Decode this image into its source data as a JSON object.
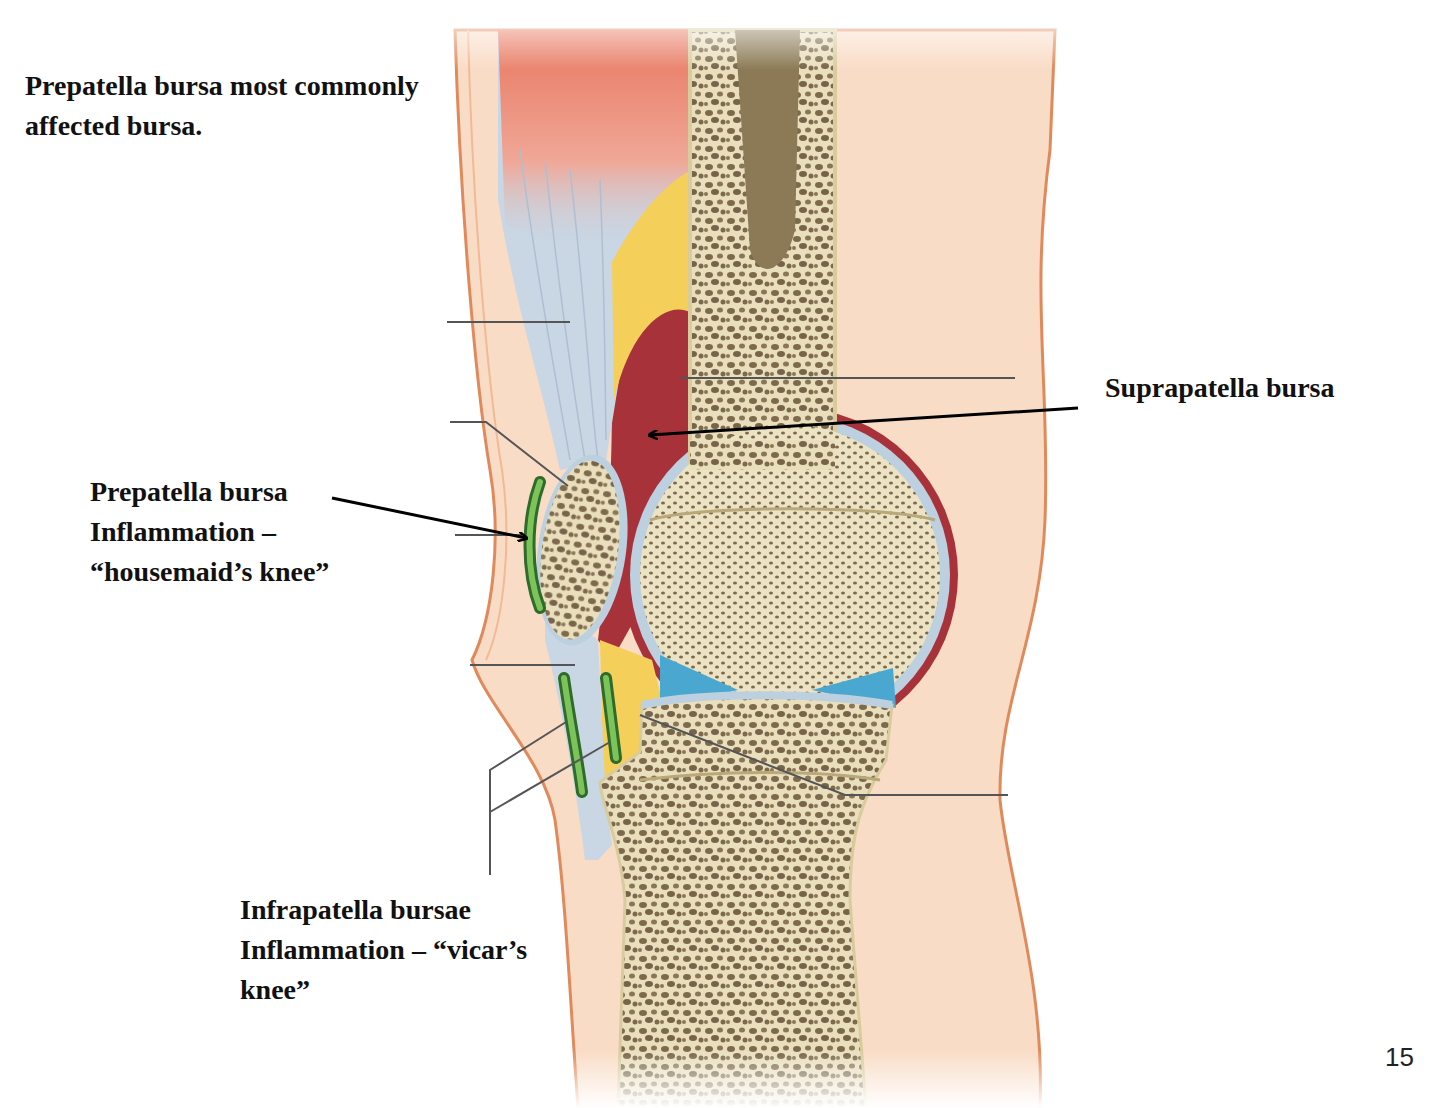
{
  "diagram": {
    "labels": [
      "Prepatella bursa most commonly affected bursa.",
      "Suprapatella bursa",
      "Prepatella bursa Inflammation – “housemaid’s knee”",
      "Infrapatella bursae Inflammation – “vicar’s knee”",
      "15"
    ]
  }
}
